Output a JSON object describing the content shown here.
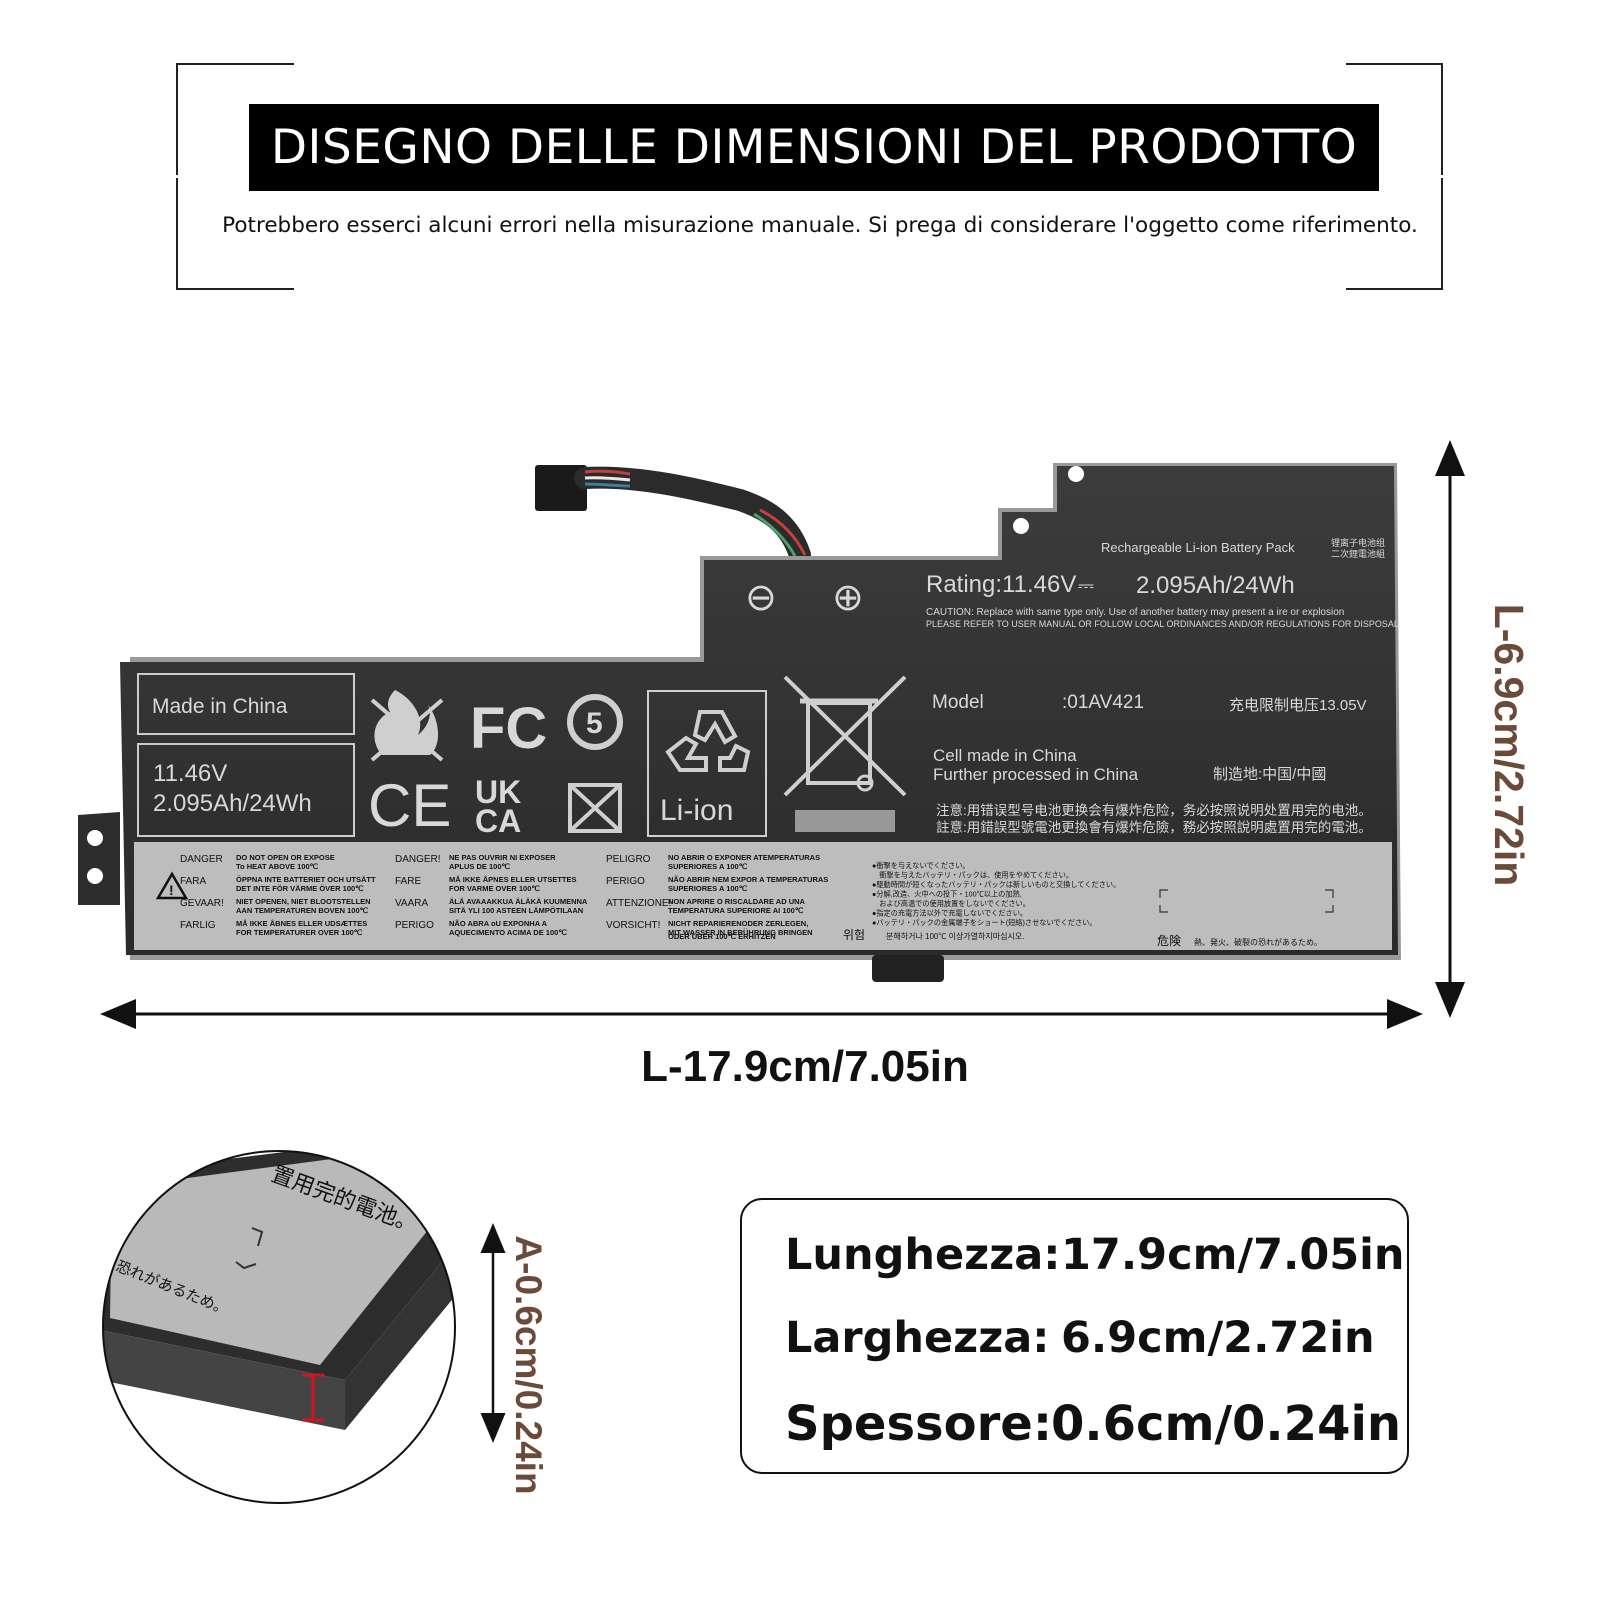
{
  "header": {
    "title": "DISEGNO DELLE DIMENSIONI DEL PRODOTTO",
    "subtitle": "Potrebbero esserci alcuni errori nella misurazione manuale. Si prega di considerare l'oggetto come riferimento."
  },
  "battery_label": {
    "pack_en": "Rechargeable Li-ion Battery Pack",
    "pack_cn_1": "锂离子电池组",
    "pack_cn_2": "二次鋰電池組",
    "minus": "⊖",
    "plus": "⊕",
    "rating": "Rating:11.46V",
    "rating_cap": "2.095Ah/24Wh",
    "caution_1": "CAUTION: Replace with same type only. Use of another battery may present a ire or explosion",
    "caution_2": "PLEASE REFER TO USER MANUAL OR FOLLOW LOCAL ORDINANCES AND/OR REGULATIONS FOR DISPOSAL",
    "made_in": "Made in China",
    "voltage": "11.46V",
    "capacity": "2.095Ah/24Wh",
    "model_label": "Model",
    "model_value": ":01AV421",
    "charge_limit": "充电限制电压13.05V",
    "cell_made": "Cell made in China",
    "further": "Further processed in China",
    "origin": "制造地:中国/中國",
    "warn_cn_1": "注意:用错误型号电池更换会有爆炸危险，务必按照说明处置用完的电池。",
    "warn_cn_2": "註意:用錯誤型號電池更換會有爆炸危險，務必按照說明處置用完的電池。",
    "fc": "FC",
    "ce": "CE",
    "ukca_1": "UK",
    "ukca_2": "CA",
    "li_ion": "Li-ion",
    "five": "5",
    "warnings": [
      {
        "k": "DANGER",
        "v1": "DO NOT OPEN OR EXPOSE",
        "v2": "To HEAT ABOVE 100℃"
      },
      {
        "k": "FARA",
        "v1": "ÖPPNA INTE BATTERIET OCH UTSÄTT",
        "v2": "DET INTE FÖR VÄRME ÖVER 100℃"
      },
      {
        "k": "GEVAAR!",
        "v1": "NIET OPENEN, NIET BLOOTSTELLEN",
        "v2": "AAN TEMPERATUREN BOVEN 100℃"
      },
      {
        "k": "FARLIG",
        "v1": "MÅ IKKE ÅBNES ELLER UDSÆTTES",
        "v2": "FOR TEMPERATURER OVER 100℃"
      },
      {
        "k": "DANGER!",
        "v1": "NE PAS OUVRIR NI EXPOSER",
        "v2": "APLUS DE 100℃"
      },
      {
        "k": "FARE",
        "v1": "MÅ IKKE ÅPNES ELLER UTSETTES",
        "v2": "FOR VARME OVER 100℃"
      },
      {
        "k": "VAARA",
        "v1": "ÄLÄ AVAAAKKUA ÄLÄKÄ KUUMENNA",
        "v2": "SITÄ YLI 100 ASTEEN LÄMPÖTILAAN"
      },
      {
        "k": "PERIGO",
        "v1": "NÃO ABRA oU EXPONHA A",
        "v2": "AQUECIMENTO ACIMA DE 100℃"
      },
      {
        "k": "PELIGRO",
        "v1": "NO ABRIR O EXPONER ATEMPERATURAS",
        "v2": "SUPERIORES A 100℃"
      },
      {
        "k": "PERIGO",
        "v1": "NÃO ABRIR NEM EXPOR A TEMPERATURAS",
        "v2": "SUPERIORES A 100℃"
      },
      {
        "k": "ATTENZIONE!",
        "v1": "NON APRIRE O RISCALDARE AD UNA",
        "v2": "TEMPERATURA SUPERIORE AI 100℃"
      },
      {
        "k": "VORSICHT!",
        "v1": "NICHT REPARIERENODER ZERLEGEN,",
        "v2": "MIT WASSER IN BERÜHRUNG BRINGEN"
      }
    ],
    "warn_extra": "ODER ÜBER 100℃ ERHITZEN",
    "jp_lines": [
      "●衝撃を与えないでください。",
      "　衝撃を与えたバッテリ・パックは、使用をやめてください。",
      "●駆動時間が短くなったバッテリ・パックは新しいものと交換してください。",
      "●分解,改造、火中への投下・100℃以上の加熱,",
      "　および高温での使用放置をしないでください。",
      "●指定の充電方法以外で充電しないでください。",
      "●バッテリ・パックの金属端子をショート(短絡)させないでください。"
    ],
    "korean_k": "위험",
    "korean_v": "분해하거나 100℃ 이상가열하지마십시오.",
    "jp_danger_k": "危険",
    "jp_danger_v": "熱、発火、破裂の恐れがあるため。",
    "zoom_text_1": "置用完的電池。",
    "zoom_text_2": "恐れがあるため。"
  },
  "dimensions": {
    "length": "L-17.9cm/7.05in",
    "width": "L-6.9cm/2.72in",
    "thickness": "A-0.6cm/0.24in"
  },
  "specs": {
    "length_key": "Lunghezza:",
    "length_val": "17.9cm/7.05in",
    "width_key": "Larghezza:",
    "width_val": "6.9cm/2.72in",
    "thickness_key": "Spessore:",
    "thickness_val": "0.6cm/0.24in"
  }
}
